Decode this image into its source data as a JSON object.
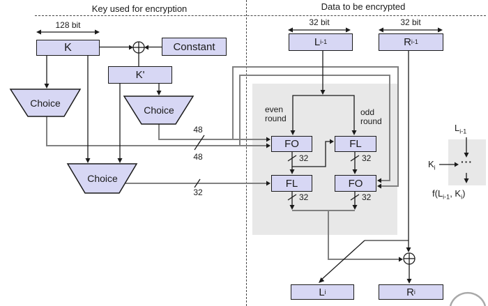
{
  "header": {
    "left_title": "Key used for encryption",
    "right_title": "Data to be encrypted"
  },
  "key_schedule": {
    "width_label": "128 bit",
    "k_box": "K",
    "k_prime_box": "K'",
    "constant_box": "Constant",
    "choice1": "Choice",
    "choice2": "Choice",
    "choice3": "Choice",
    "bus_48_upper": "48",
    "bus_48_lower": "48",
    "bus_32_key": "32"
  },
  "data_path": {
    "width_label_left": "32 bit",
    "width_label_right": "32 bit",
    "l_prev": {
      "base": "L",
      "sub": "i-1"
    },
    "r_prev": {
      "base": "R",
      "sub": "i-1"
    },
    "even_round_label": "even round",
    "odd_round_label": "odd round",
    "fo_round1": "FO",
    "fl_round1": "FL",
    "fl_round2": "FL",
    "fo_round2": "FO",
    "bus_32_fo1": "32",
    "bus_32_fl1": "32",
    "bus_32_fl2": "32",
    "bus_32_fo2": "32",
    "l_out": {
      "base": "L",
      "sub": "i"
    },
    "r_out": {
      "base": "R",
      "sub": "i"
    }
  },
  "legend": {
    "input": {
      "base": "L",
      "sub": "i-1"
    },
    "key": {
      "base": "K",
      "sub": "i"
    },
    "dots": "···",
    "output": {
      "pre": "f(L",
      "sub1": "i-1",
      "mid": ", K",
      "sub2": "i",
      "post": ")"
    }
  },
  "colors": {
    "box_fill": "#d7d7f4",
    "panel_gray": "#e8e8e8",
    "wire_gray": "#808080"
  }
}
